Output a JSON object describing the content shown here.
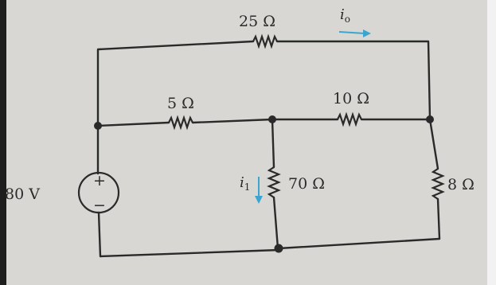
{
  "circuit": {
    "source": {
      "value": "80 V",
      "plus": "+",
      "minus": "−"
    },
    "resistors": {
      "r25": "25 Ω",
      "r5": "5 Ω",
      "r10": "10 Ω",
      "r70": "70 Ω",
      "r8": "8 Ω"
    },
    "currents": {
      "io": {
        "symbol": "i",
        "subscript": "o"
      },
      "i1": {
        "symbol": "i",
        "subscript": "1"
      }
    },
    "colors": {
      "wire": "#2a2a2a",
      "arrow": "#3aa6cf",
      "background": "#d8d7d3"
    }
  }
}
